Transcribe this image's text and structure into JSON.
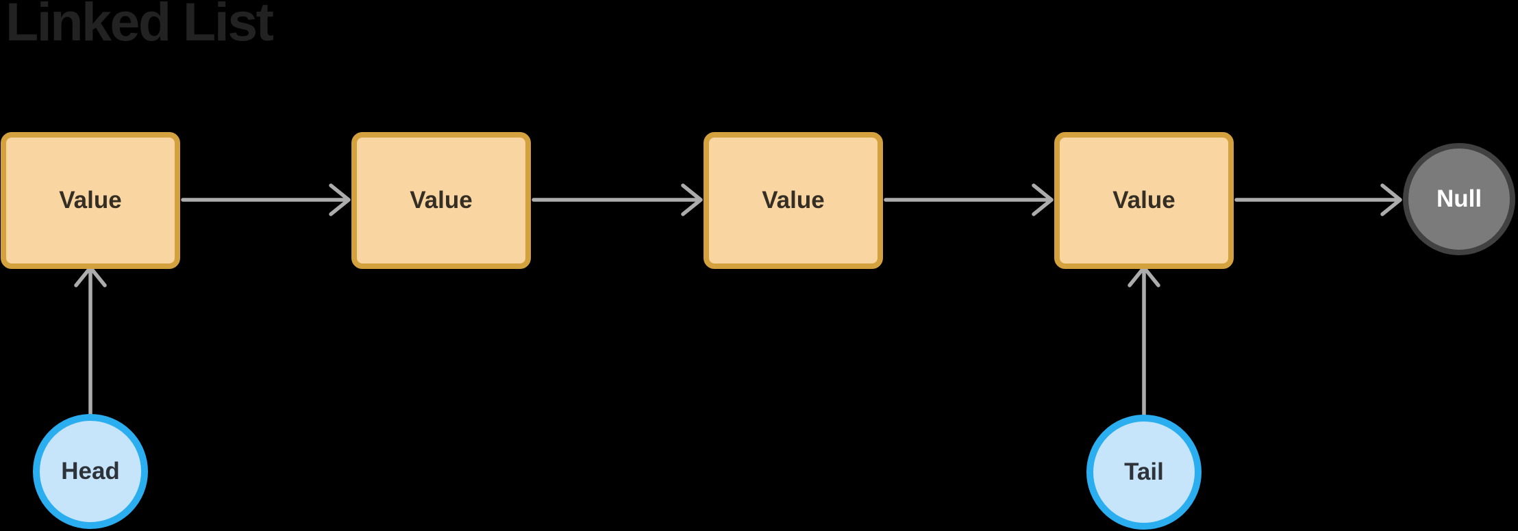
{
  "title": "Linked List",
  "colors": {
    "background": "#000000",
    "title_text": "#222222",
    "node_fill": "#F8D5A1",
    "node_border": "#D3A23F",
    "node_text": "#352E24",
    "arrow": "#ACACAC",
    "null_fill": "#7B7B7B",
    "null_border": "#414141",
    "null_text": "#FFFFFF",
    "pointer_fill": "#C7E5FA",
    "pointer_border": "#2BAEEF",
    "pointer_text": "#2E333A"
  },
  "diagram": {
    "value_nodes": [
      {
        "label": "Value"
      },
      {
        "label": "Value"
      },
      {
        "label": "Value"
      },
      {
        "label": "Value"
      }
    ],
    "null_node": {
      "label": "Null"
    },
    "head_node": {
      "label": "Head"
    },
    "tail_node": {
      "label": "Tail"
    },
    "edges": [
      {
        "from": "value-1",
        "to": "value-2"
      },
      {
        "from": "value-2",
        "to": "value-3"
      },
      {
        "from": "value-3",
        "to": "value-4"
      },
      {
        "from": "value-4",
        "to": "null"
      },
      {
        "from": "head",
        "to": "value-1"
      },
      {
        "from": "tail",
        "to": "value-4"
      }
    ]
  }
}
